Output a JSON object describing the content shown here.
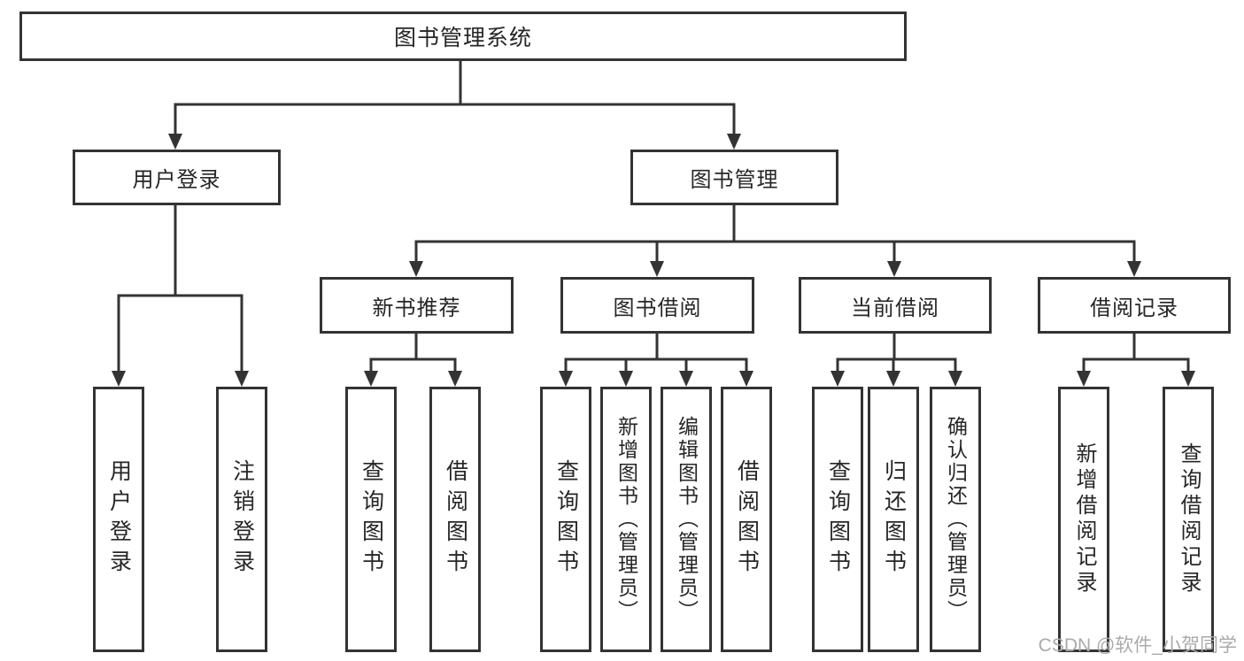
{
  "diagram": {
    "type": "hierarchy-tree",
    "nodes": {
      "root": {
        "label": "图书管理系统"
      },
      "user_login": {
        "label": "用户登录"
      },
      "book_mgmt": {
        "label": "图书管理"
      },
      "new_book_rec": {
        "label": "新书推荐"
      },
      "book_borrow": {
        "label": "图书借阅"
      },
      "current_borrow": {
        "label": "当前借阅"
      },
      "borrow_records": {
        "label": "借阅记录"
      },
      "v_user_login": {
        "label": "用户登录"
      },
      "v_logout": {
        "label": "注销登录"
      },
      "v_query_books_1": {
        "label": "查询图书"
      },
      "v_borrow_books_1": {
        "label": "借阅图书"
      },
      "v_query_books_2": {
        "label": "查询图书"
      },
      "v_add_books": {
        "label": "新增图书（管理员）"
      },
      "v_edit_books": {
        "label": "编辑图书（管理员）"
      },
      "v_borrow_books_2": {
        "label": "借阅图书"
      },
      "v_query_books_3": {
        "label": "查询图书"
      },
      "v_return_books": {
        "label": "归还图书"
      },
      "v_confirm_return": {
        "label": "确认归还（管理员）"
      },
      "v_add_record": {
        "label": "新增借阅记录"
      },
      "v_query_record": {
        "label": "查询借阅记录"
      }
    },
    "hierarchy": {
      "图书管理系统": [
        "用户登录",
        "图书管理"
      ],
      "用户登录": [
        "用户登录",
        "注销登录"
      ],
      "图书管理": [
        "新书推荐",
        "图书借阅",
        "当前借阅",
        "借阅记录"
      ],
      "新书推荐": [
        "查询图书",
        "借阅图书"
      ],
      "图书借阅": [
        "查询图书",
        "新增图书（管理员）",
        "编辑图书（管理员）",
        "借阅图书"
      ],
      "当前借阅": [
        "查询图书",
        "归还图书",
        "确认归还（管理员）"
      ],
      "借阅记录": [
        "新增借阅记录",
        "查询借阅记录"
      ]
    }
  },
  "watermark": {
    "text": "CSDN @软件_小贺同学"
  },
  "colors": {
    "line": "#333333",
    "text": "#262626",
    "box_bg": "#ffffff",
    "watermark": "#aaaaaa",
    "background": "#ffffff"
  }
}
